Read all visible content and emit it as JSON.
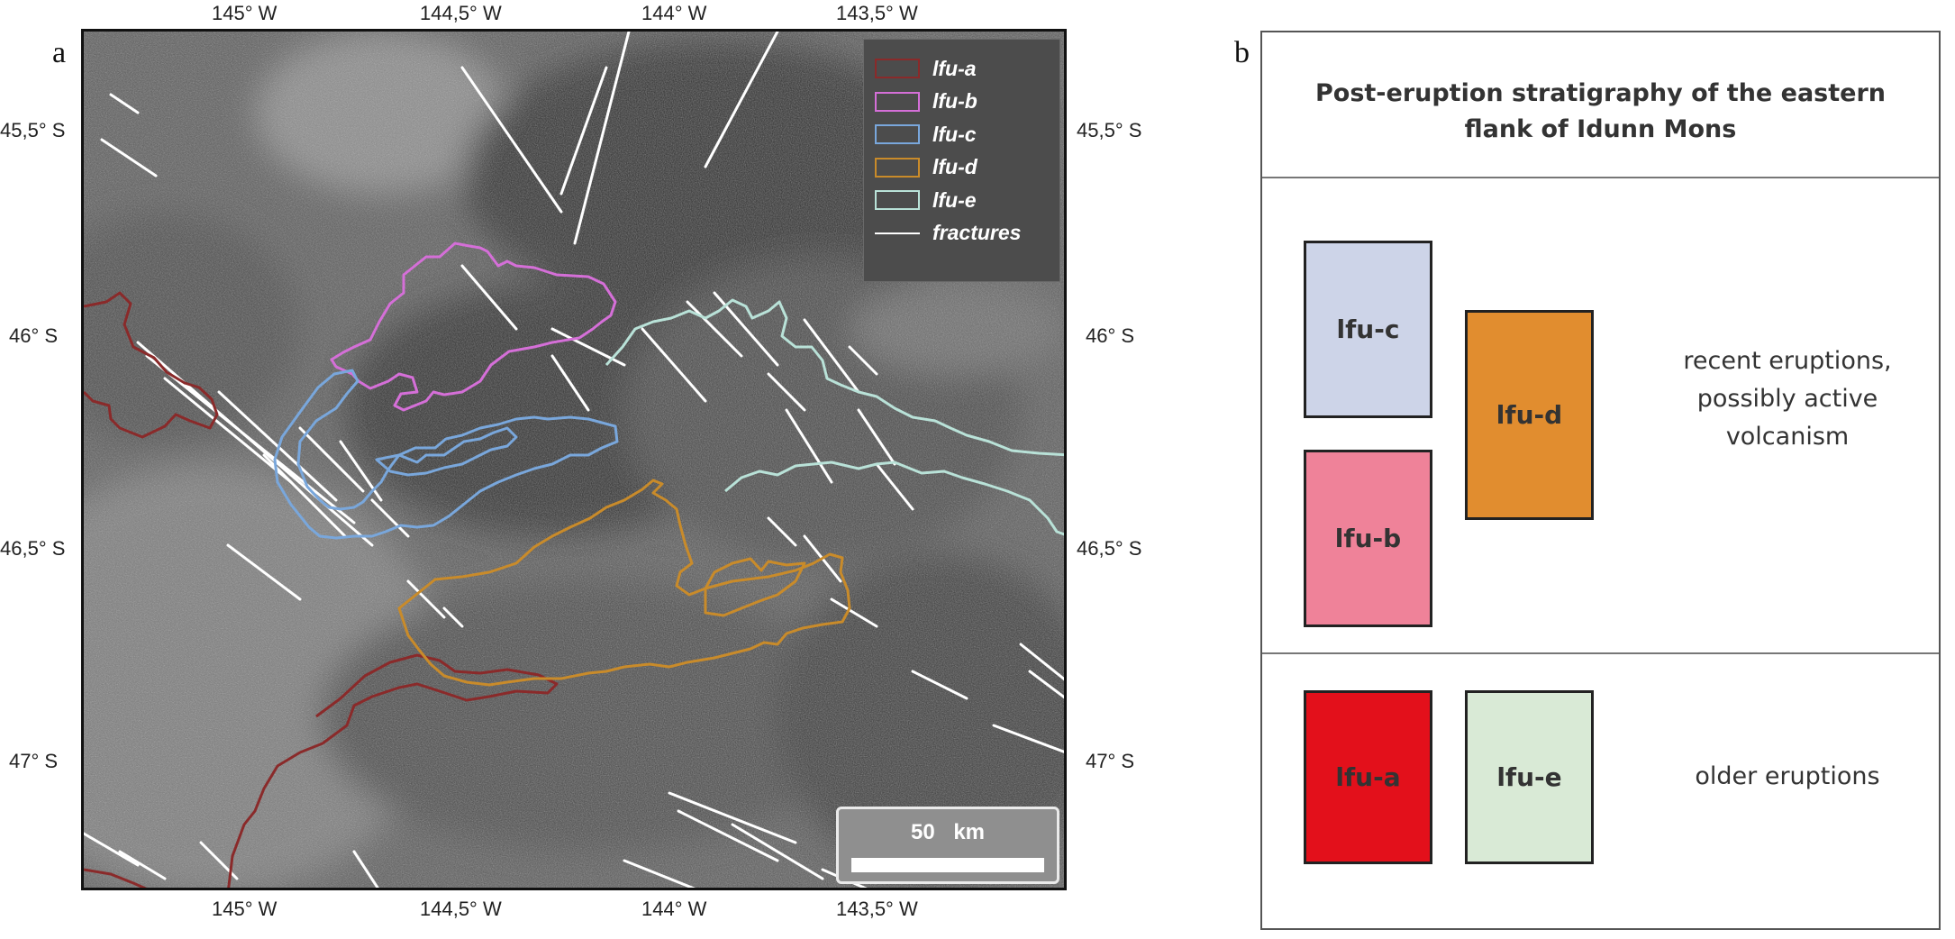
{
  "panels": {
    "a": "a",
    "b": "b"
  },
  "axes": {
    "top_ticks": [
      "145° W",
      "144,5° W",
      "144° W",
      "143,5° W"
    ],
    "bottom_ticks": [
      "145° W",
      "144,5° W",
      "144° W",
      "143,5° W"
    ],
    "left_ticks": [
      "45,5° S",
      "46° S",
      "46,5° S",
      "47° S"
    ],
    "right_ticks": [
      "45,5° S",
      "46° S",
      "46,5° S",
      "47° S"
    ]
  },
  "legend": {
    "items": [
      {
        "label": "lfu-a",
        "color": "#8a2a2a"
      },
      {
        "label": "lfu-b",
        "color": "#d56fd8"
      },
      {
        "label": "lfu-c",
        "color": "#79a7dc"
      },
      {
        "label": "lfu-d",
        "color": "#c98b2a"
      },
      {
        "label": "lfu-e",
        "color": "#b9e2d8"
      }
    ],
    "fractures_label": "fractures"
  },
  "scalebar": {
    "label": "50 km"
  },
  "stratigraphy": {
    "title": "Post-eruption stratigraphy of the eastern flank of Idunn Mons",
    "units": {
      "lfu_c": {
        "label": "lfu-c",
        "color": "#cdd4e8"
      },
      "lfu_b": {
        "label": "lfu-b",
        "color": "#ef8299"
      },
      "lfu_d": {
        "label": "lfu-d",
        "color": "#e18d2f"
      },
      "lfu_a": {
        "label": "lfu-a",
        "color": "#e3101b"
      },
      "lfu_e": {
        "label": "lfu-e",
        "color": "#d9ead6"
      }
    },
    "recent_note": "recent eruptions, possibly active volcanism",
    "older_note": "older eruptions"
  }
}
